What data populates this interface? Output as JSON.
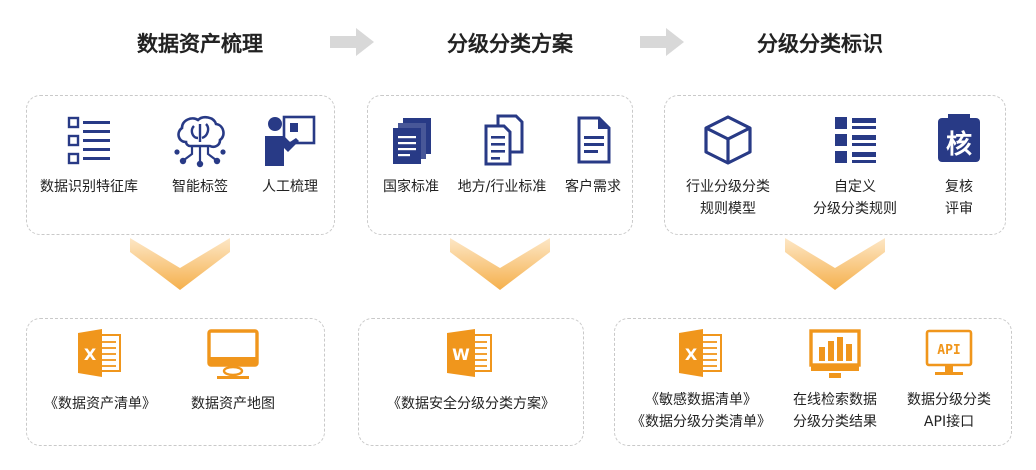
{
  "headers": [
    "数据资产梳理",
    "分级分类方案",
    "分级分类标识"
  ],
  "top": {
    "col1": [
      {
        "label": "数据识别特征库",
        "icon": "list-icon"
      },
      {
        "label": "智能标签",
        "icon": "ai-brain-icon"
      },
      {
        "label": "人工梳理",
        "icon": "presenter-icon"
      }
    ],
    "col2": [
      {
        "label": "国家标准",
        "icon": "document-stack-icon"
      },
      {
        "label": "地方/行业标准",
        "icon": "documents-icon"
      },
      {
        "label": "客户需求",
        "icon": "file-icon"
      }
    ],
    "col3": [
      {
        "label1": "行业分级分类",
        "label2": "规则模型",
        "icon": "cube-icon"
      },
      {
        "label1": "自定义",
        "label2": "分级分类规则",
        "icon": "custom-list-icon"
      },
      {
        "label1": "复核",
        "label2": "评审",
        "icon": "review-icon",
        "glyph": "核"
      }
    ]
  },
  "bottom": {
    "col1": [
      {
        "label": "《数据资产清单》",
        "icon": "excel-icon",
        "glyph": "X"
      },
      {
        "label": "数据资产地图",
        "icon": "monitor-icon"
      }
    ],
    "col2": [
      {
        "label": "《数据安全分级分类方案》",
        "icon": "word-icon",
        "glyph": "W"
      }
    ],
    "col3": [
      {
        "label1": "《敏感数据清单》",
        "label2": "《数据分级分类清单》",
        "icon": "excel-icon",
        "glyph": "X"
      },
      {
        "label1": "在线检索数据",
        "label2": "分级分类结果",
        "icon": "dashboard-icon"
      },
      {
        "label1": "数据分级分类",
        "label2": "API接口",
        "icon": "api-icon",
        "glyph": "API"
      }
    ]
  },
  "colors": {
    "navy": "#283a86",
    "orange": "#f0961c",
    "arrow_gray": "#d8d8d8"
  }
}
